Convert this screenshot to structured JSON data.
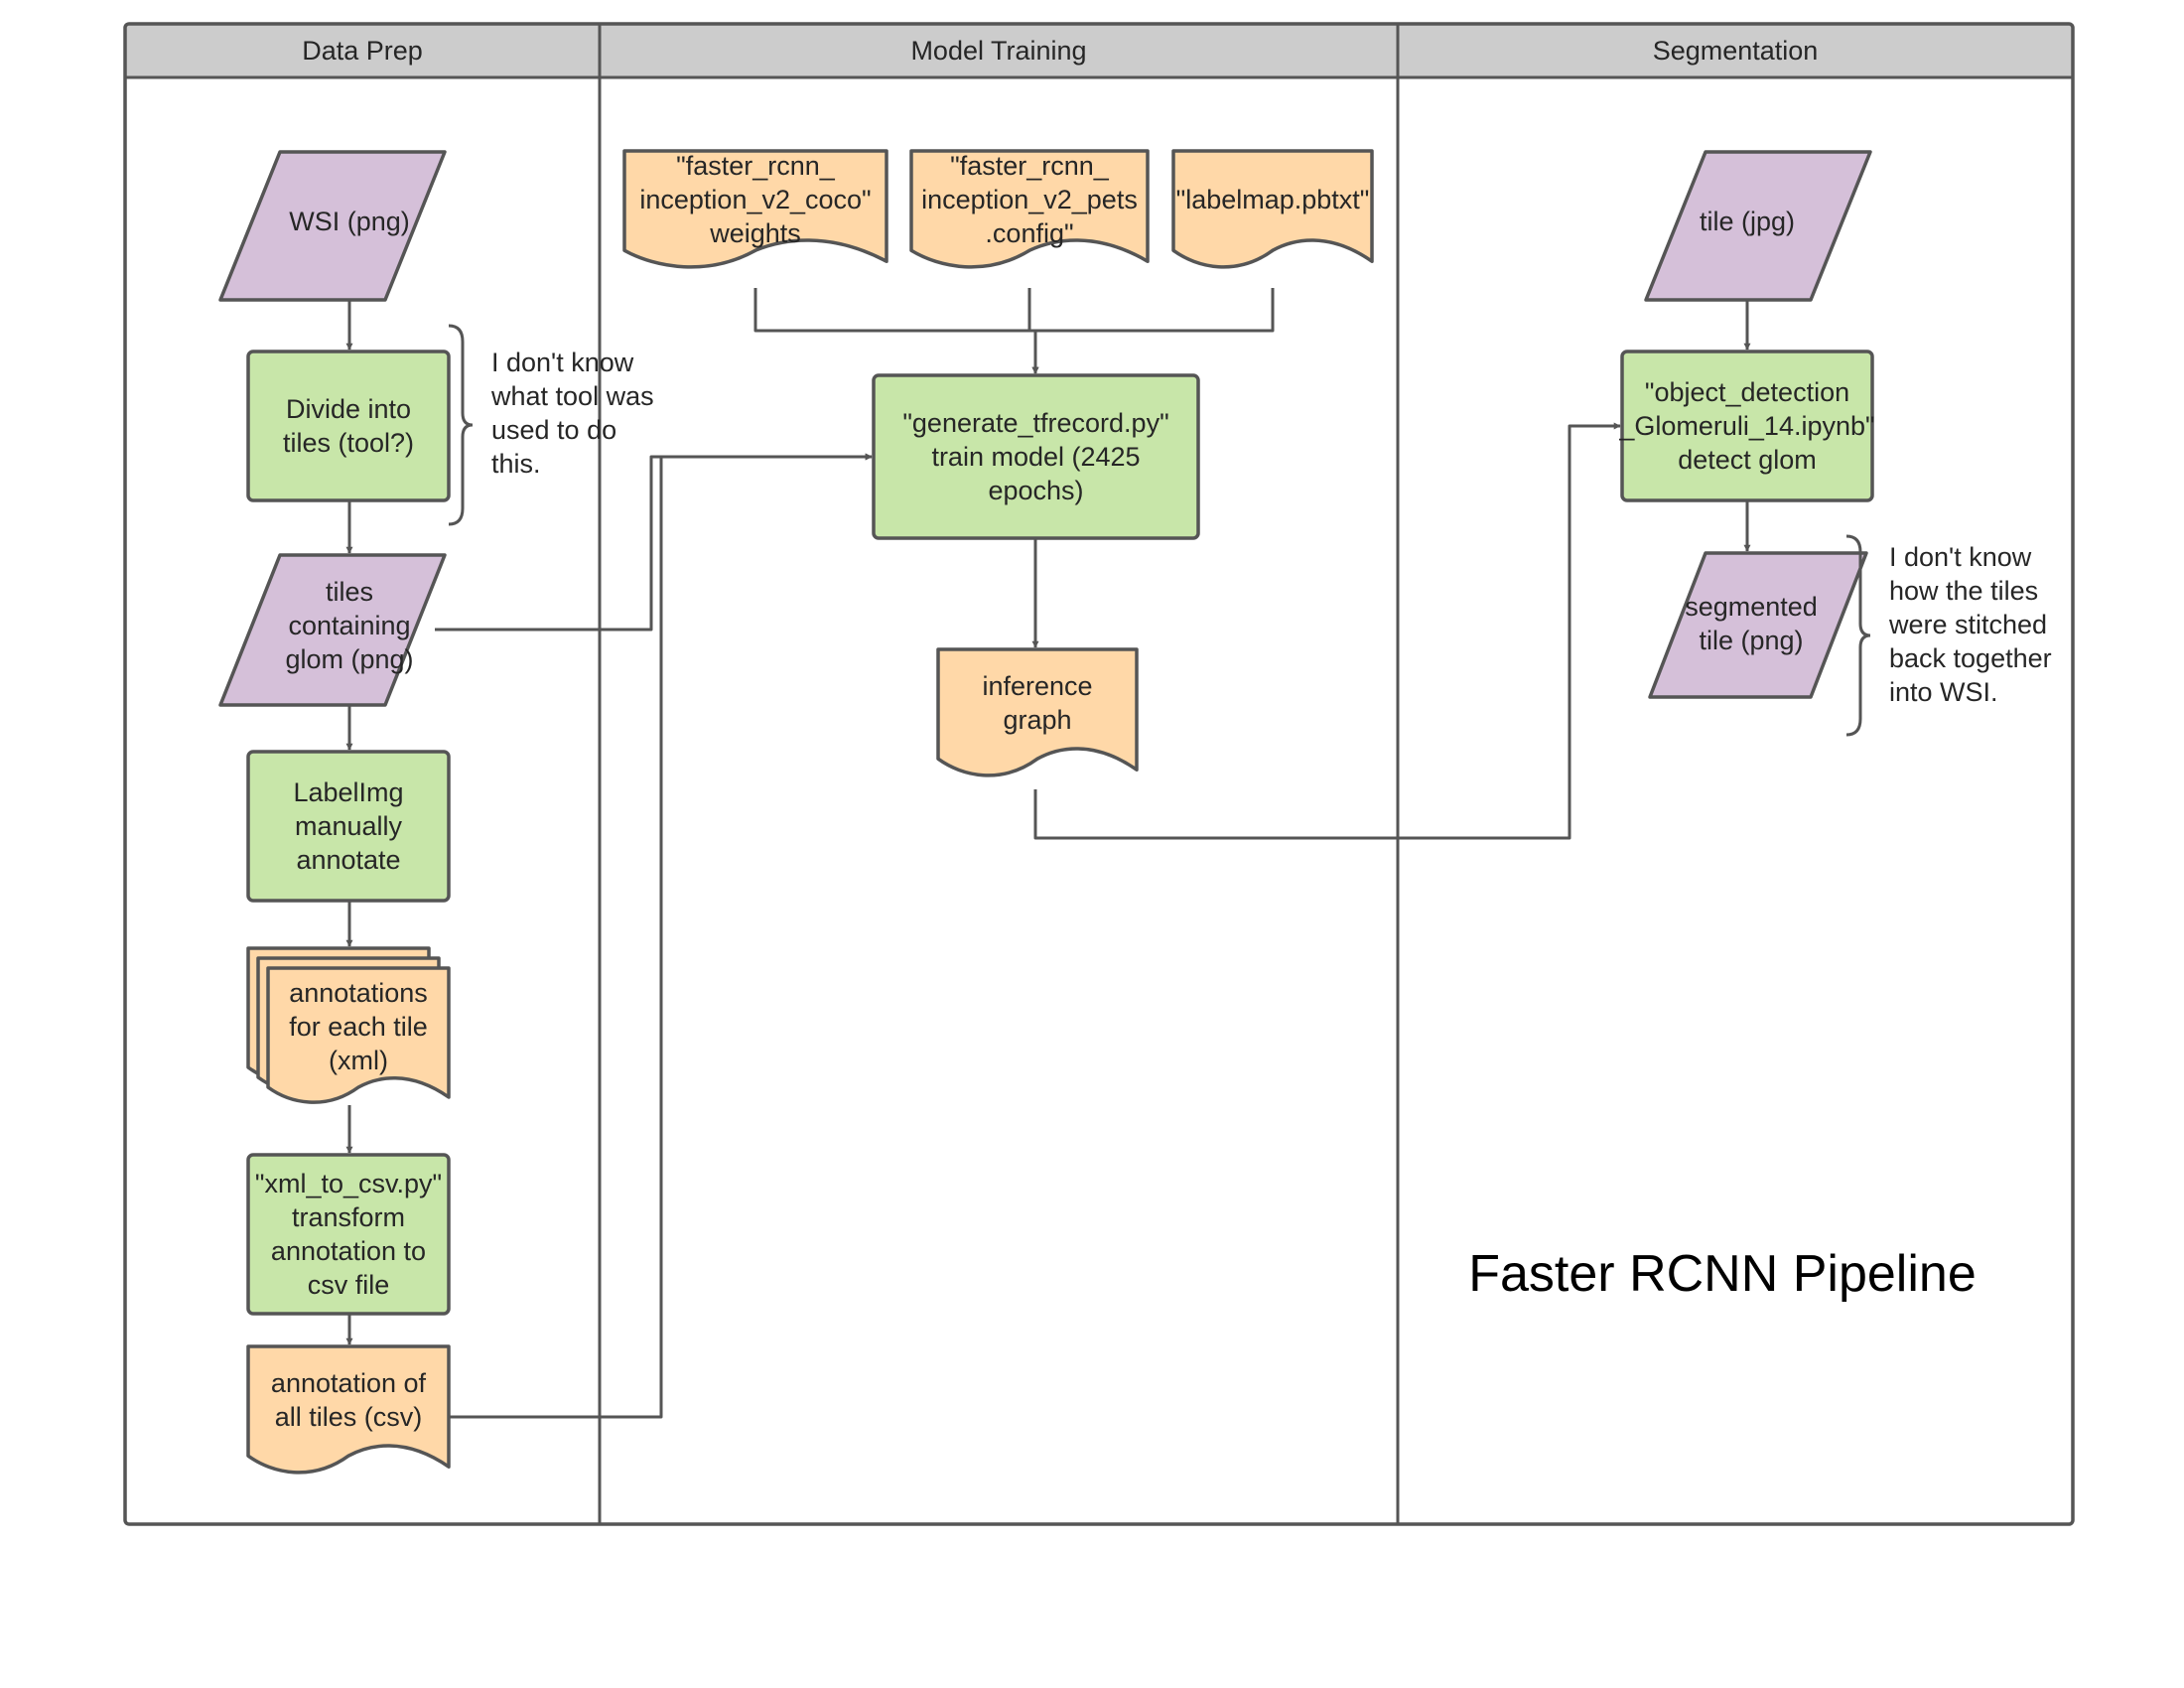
{
  "title": "Faster RCNN Pipeline",
  "lanes": [
    {
      "id": "prep",
      "label": "Data Prep"
    },
    {
      "id": "train",
      "label": "Model Training"
    },
    {
      "id": "seg",
      "label": "Segmentation"
    }
  ],
  "colors": {
    "data": "#d5c0d9",
    "process": "#c8e6a9",
    "document": "#ffd8a8",
    "lane_header": "#cccccc",
    "stroke": "#555555"
  },
  "nodes": [
    {
      "id": "wsi",
      "kind": "data",
      "lines": [
        "WSI (png)"
      ]
    },
    {
      "id": "divide",
      "kind": "process",
      "lines": [
        "Divide into",
        "tiles (tool?)"
      ]
    },
    {
      "id": "tiles_glom",
      "kind": "data",
      "lines": [
        "tiles",
        "containing",
        "glom (png)"
      ]
    },
    {
      "id": "labelimg",
      "kind": "process",
      "lines": [
        "LabelImg",
        "manually",
        "annotate"
      ]
    },
    {
      "id": "ann_each",
      "kind": "multidocument",
      "lines": [
        "annotations",
        "for each tile",
        "(xml)"
      ]
    },
    {
      "id": "xml_to_csv",
      "kind": "process",
      "lines": [
        "\"xml_to_csv.py\"",
        "transform",
        "annotation to",
        "csv file"
      ]
    },
    {
      "id": "ann_all",
      "kind": "document",
      "lines": [
        "annotation of",
        "all tiles (csv)"
      ]
    },
    {
      "id": "weights",
      "kind": "document",
      "lines": [
        "\"faster_rcnn_",
        "inception_v2_coco\"",
        "weights"
      ]
    },
    {
      "id": "config",
      "kind": "document",
      "lines": [
        "\"faster_rcnn_",
        "inception_v2_pets",
        ".config\""
      ]
    },
    {
      "id": "labelmap",
      "kind": "document",
      "lines": [
        "\"labelmap.pbtxt\""
      ]
    },
    {
      "id": "train_model",
      "kind": "process",
      "lines": [
        "\"generate_tfrecord.py\"",
        "train model (2425",
        "epochs)"
      ]
    },
    {
      "id": "inference",
      "kind": "document",
      "lines": [
        "inference",
        "graph"
      ]
    },
    {
      "id": "tile_jpg",
      "kind": "data",
      "lines": [
        "tile (jpg)"
      ]
    },
    {
      "id": "detect",
      "kind": "process",
      "lines": [
        "\"object_detection",
        "_Glomeruli_14.ipynb\"",
        "detect glom"
      ]
    },
    {
      "id": "segmented",
      "kind": "data",
      "lines": [
        "segmented",
        "tile (png)"
      ]
    }
  ],
  "notes": [
    {
      "id": "note_tool",
      "lines": [
        "I don't know",
        "what tool was",
        "used to do",
        "this."
      ]
    },
    {
      "id": "note_stitch",
      "lines": [
        "I don't know",
        "how the tiles",
        "were stitched",
        "back together",
        "into WSI."
      ]
    }
  ],
  "edges": [
    {
      "from": "wsi",
      "to": "divide"
    },
    {
      "from": "divide",
      "to": "tiles_glom"
    },
    {
      "from": "tiles_glom",
      "to": "labelimg"
    },
    {
      "from": "labelimg",
      "to": "ann_each"
    },
    {
      "from": "ann_each",
      "to": "xml_to_csv"
    },
    {
      "from": "xml_to_csv",
      "to": "ann_all"
    },
    {
      "from": "tiles_glom",
      "to": "train_model"
    },
    {
      "from": "ann_all",
      "to": "train_model"
    },
    {
      "from": "weights",
      "to": "train_model"
    },
    {
      "from": "config",
      "to": "train_model"
    },
    {
      "from": "labelmap",
      "to": "train_model"
    },
    {
      "from": "train_model",
      "to": "inference"
    },
    {
      "from": "inference",
      "to": "detect"
    },
    {
      "from": "tile_jpg",
      "to": "detect"
    },
    {
      "from": "detect",
      "to": "segmented"
    }
  ]
}
